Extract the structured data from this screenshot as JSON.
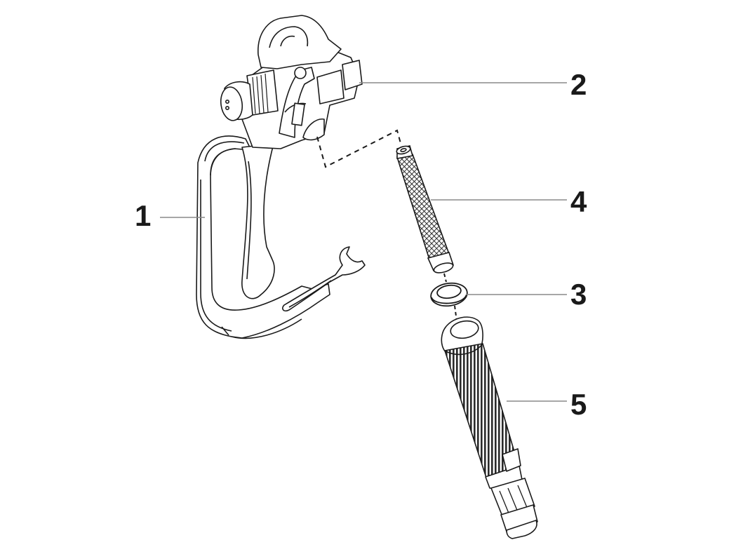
{
  "callouts": {
    "handle": "1",
    "gun_head": "2",
    "seal_ring": "3",
    "filter": "4",
    "grip_cover": "5"
  },
  "colors": {
    "ink": "#1a1a1a",
    "leader": "#8a8a8a",
    "mesh": "#3a3a3a",
    "knurl": "#2b2b2b"
  }
}
